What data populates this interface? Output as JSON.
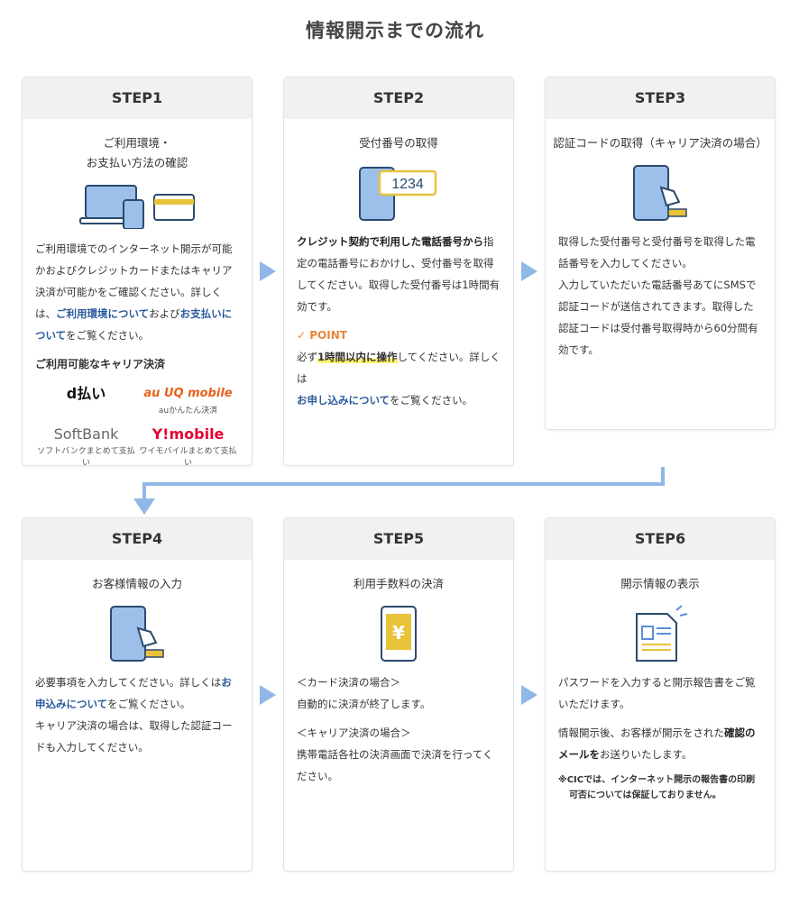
{
  "title": "情報開示までの流れ",
  "steps": [
    {
      "label": "STEP1",
      "subtitle": "ご利用環境・\nお支払い方法の確認",
      "t1": "ご利用環境でのインターネット開示が可能かおよびクレジットカードまたはキャリア決済が可能かをご確認ください。詳しくは、",
      "link1": "ご利用環境について",
      "t2": "および",
      "link2": "お支払いについて",
      "t3": "をご覧ください。",
      "carrier_heading": "ご利用可能なキャリア決済",
      "carriers": [
        {
          "logo": "d払い",
          "caption": ""
        },
        {
          "logo": "au UQ mobile",
          "caption": "auかんたん決済"
        },
        {
          "logo": "SoftBank",
          "caption": "ソフトバンクまとめて支払い"
        },
        {
          "logo": "Y!mobile",
          "caption": "ワイモバイルまとめて支払い"
        }
      ]
    },
    {
      "label": "STEP2",
      "subtitle": "受付番号の取得",
      "icon_text": "1234",
      "b1": "クレジット契約で利用した電話番号から",
      "t1": "指定の電話番号におかけし、受付番号を取得してください。取得した受付番号は1時間有効です。",
      "point": "POINT",
      "t2": "必ず",
      "hl": "1時間以内に操作",
      "t3": "してください。詳しくは",
      "link": "お申し込みについて",
      "t4": "をご覧ください。"
    },
    {
      "label": "STEP3",
      "subtitle": "認証コードの取得（キャリア決済の場合）",
      "t1": "取得した受付番号と受付番号を取得した電話番号を入力してください。",
      "t2": "入力していただいた電話番号あてにSMSで認証コードが送信されてきます。取得した認証コードは受付番号取得時から60分間有効です。"
    },
    {
      "label": "STEP4",
      "subtitle": "お客様情報の入力",
      "t1": "必要事項を入力してください。詳しくは",
      "link": "お申込みについて",
      "t2": "をご覧ください。",
      "t3": "キャリア決済の場合は、取得した認証コードも入力してください。"
    },
    {
      "label": "STEP5",
      "subtitle": "利用手数料の決済",
      "icon_text": "¥",
      "h1": "＜カード決済の場合＞",
      "t1": "自動的に決済が終了します。",
      "h2": "＜キャリア決済の場合＞",
      "t2": "携帯電話各社の決済画面で決済を行ってください。"
    },
    {
      "label": "STEP6",
      "subtitle": "開示情報の表示",
      "t1": "パスワードを入力すると開示報告書をご覧いただけます。",
      "t2": "情報開示後、お客様が開示をされた",
      "b1": "確認のメールを",
      "t3": "お送りいたします。",
      "note": "※CICでは、インターネット開示の報告書の印刷可否については保証しておりません。"
    }
  ]
}
